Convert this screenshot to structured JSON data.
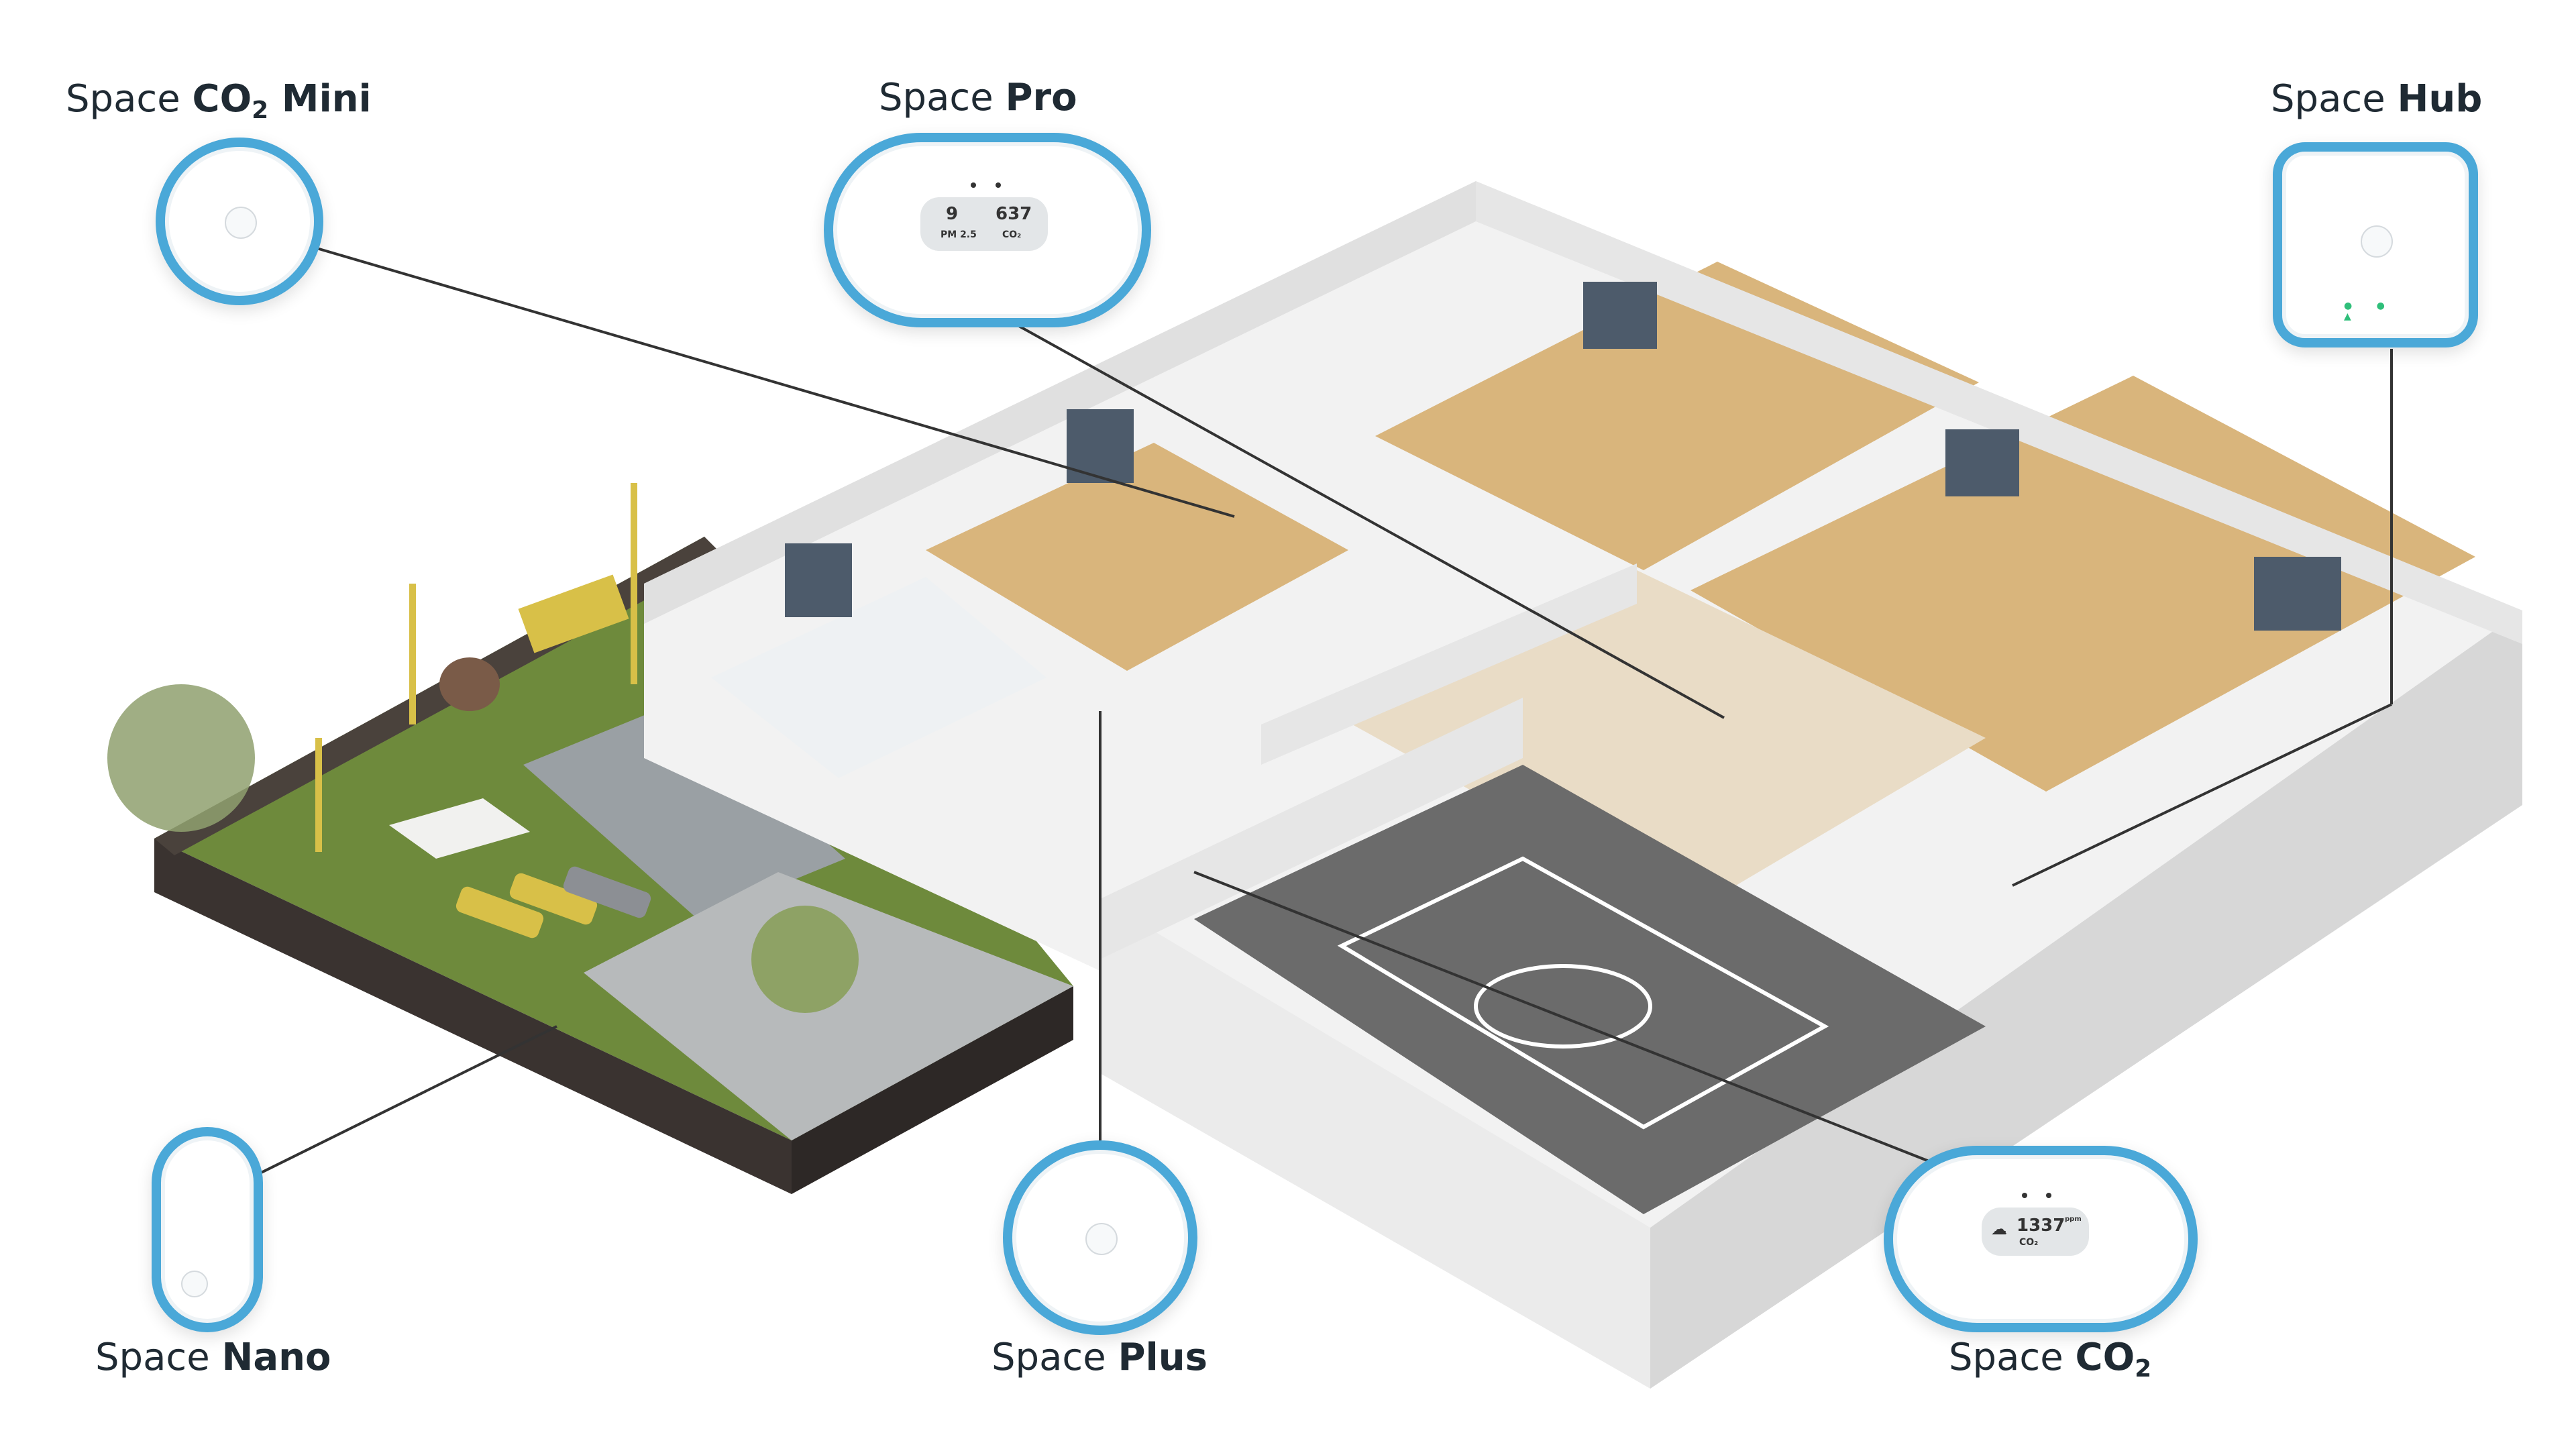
{
  "devices": {
    "co2_mini": {
      "prefix": "Space",
      "name": "CO",
      "sub": "2",
      "suffix": " Mini"
    },
    "pro": {
      "prefix": "Space",
      "name": "Pro",
      "reading_pm": "9",
      "reading_pm_label": "PM 2.5",
      "reading_co2": "637",
      "reading_co2_label": "CO₂"
    },
    "hub": {
      "prefix": "Space",
      "name": "Hub"
    },
    "nano": {
      "prefix": "Space",
      "name": "Nano"
    },
    "plus": {
      "prefix": "Space",
      "name": "Plus"
    },
    "co2": {
      "prefix": "Space",
      "name": "CO",
      "sub": "2",
      "reading": "1337",
      "reading_unit": "ppm",
      "reading_label": "CO₂"
    }
  },
  "colors": {
    "device_ring": "#4aa8d8",
    "connector_line": "#333333",
    "wall": "#e6e6e6",
    "floor_wood": "#d9b57c",
    "garden_grass": "#6e8a3c",
    "gym_floor": "#6b6b6b"
  },
  "scene": "isometric school floor plan with garden, classrooms, office, restrooms, gym and cafeteria"
}
